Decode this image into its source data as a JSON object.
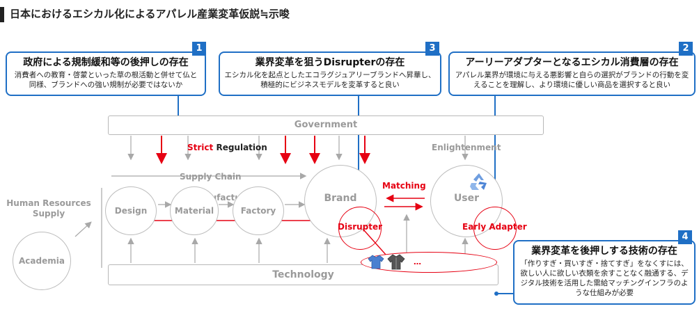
{
  "title": "日本におけるエシカル化によるアパレル産業変革仮説≒示唆",
  "callouts": [
    {
      "number": "1",
      "heading": "政府による規制緩和等の後押しの存在",
      "body": "消費者への教育・啓蒙といった草の根活動と併せて仏と同様、ブランドへの強い規制が必要ではないか"
    },
    {
      "number": "3",
      "heading": "業界変革を狙うDisrupterの存在",
      "body": "エシカル化を起点としたエコラグジュアリーブランドへ昇華し、積極的にビジネスモデルを変革すると良い"
    },
    {
      "number": "2",
      "heading": "アーリーアダプターとなるエシカル消費層の存在",
      "body": "アパレル業界が環境に与える悪影響と自らの選択がブランドの行動を変えることを理解し、より環境に優しい商品を選択すると良い"
    },
    {
      "number": "4",
      "heading": "業界変革を後押しする技術の存在",
      "body": "「作りすぎ・買いすぎ・捨てすぎ」をなくすには、欲しい人に欲しい衣類を余すことなく融通する、デジタル技術を活用した需給マッチングインフラのような仕組みが必要"
    }
  ],
  "diagram": {
    "government": "Government",
    "technology": "Technology",
    "strict": "Strict",
    "regulation": "Regulation",
    "enlightenment": "Enlightenment",
    "supply_chain": "Supply Chain",
    "manufacturing": "Manufacturing",
    "hr_supply_line1": "Human Resources",
    "hr_supply_line2": "Supply",
    "matching": "Matching",
    "nodes": {
      "design": "Design",
      "material": "Material",
      "factory": "Factory",
      "brand": "Brand",
      "user": "User",
      "academia": "Academia"
    },
    "disrupter": "Disrupter",
    "early_adapter": "Early Adapter",
    "ellipsis": "…"
  },
  "colors": {
    "accent_blue": "#1f6fc5",
    "red": "#e60012",
    "gray": "#9a9a9a"
  }
}
